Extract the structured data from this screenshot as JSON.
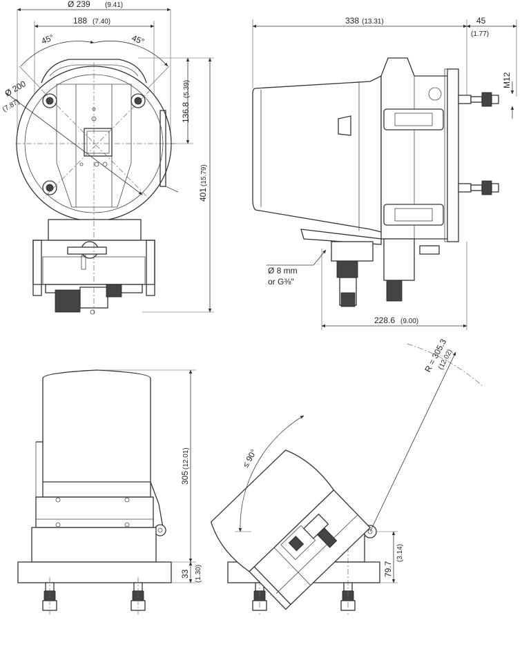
{
  "dimensions": {
    "front_diameter": "Ø 239",
    "front_diameter_in": "(9.41)",
    "front_width": "188",
    "front_width_in": "(7.40)",
    "angle_left": "45°",
    "angle_right": "45°",
    "bolt_circle": "Ø 200",
    "bolt_circle_in": "(7.87)",
    "center_height": "136.8",
    "center_height_in": "(5.39)",
    "total_height": "401",
    "total_height_in": "(15.79)",
    "side_depth": "338",
    "side_depth_in": "(13.31)",
    "stud_length": "45",
    "stud_length_in": "(1.77)",
    "thread": "M12",
    "hose_1": "Ø 8 mm",
    "hose_2": "or G⅜″",
    "bottom_depth": "228.6",
    "bottom_depth_in": "(9.00)",
    "hood_height": "305",
    "hood_height_in": "(12.01)",
    "base_height": "33",
    "base_height_in": "(1.30)",
    "tilt_angle": "≤ 90°",
    "swing_radius": "R = 305.3",
    "swing_radius_in": "(12.02)",
    "hinge_height": "79.7",
    "hinge_height_in": "(3.14)"
  }
}
